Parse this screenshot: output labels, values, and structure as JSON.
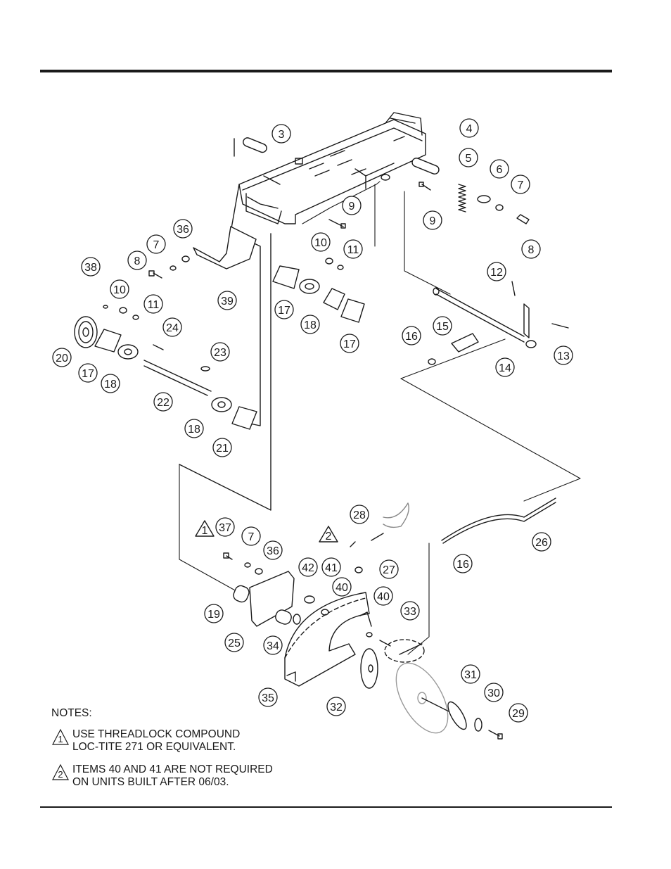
{
  "callouts": [
    {
      "id": "c3",
      "label": "3"
    },
    {
      "id": "c4",
      "label": "4"
    },
    {
      "id": "c5",
      "label": "5"
    },
    {
      "id": "c6",
      "label": "6"
    },
    {
      "id": "c7a",
      "label": "7"
    },
    {
      "id": "c9a",
      "label": "9"
    },
    {
      "id": "c9b",
      "label": "9"
    },
    {
      "id": "c8a",
      "label": "8"
    },
    {
      "id": "c36a",
      "label": "36"
    },
    {
      "id": "c7b",
      "label": "7"
    },
    {
      "id": "c8b",
      "label": "8"
    },
    {
      "id": "c39",
      "label": "39"
    },
    {
      "id": "c38",
      "label": "38"
    },
    {
      "id": "c10a",
      "label": "10"
    },
    {
      "id": "c11a",
      "label": "11"
    },
    {
      "id": "c10b",
      "label": "10"
    },
    {
      "id": "c11b",
      "label": "11"
    },
    {
      "id": "c17a",
      "label": "17"
    },
    {
      "id": "c18a",
      "label": "18"
    },
    {
      "id": "c17b",
      "label": "17"
    },
    {
      "id": "c12",
      "label": "12"
    },
    {
      "id": "c15",
      "label": "15"
    },
    {
      "id": "c16a",
      "label": "16"
    },
    {
      "id": "c14",
      "label": "14"
    },
    {
      "id": "c13",
      "label": "13"
    },
    {
      "id": "c24",
      "label": "24"
    },
    {
      "id": "c20",
      "label": "20"
    },
    {
      "id": "c17c",
      "label": "17"
    },
    {
      "id": "c18b",
      "label": "18"
    },
    {
      "id": "c23",
      "label": "23"
    },
    {
      "id": "c22",
      "label": "22"
    },
    {
      "id": "c18c",
      "label": "18"
    },
    {
      "id": "c21",
      "label": "21"
    },
    {
      "id": "c37",
      "label": "37"
    },
    {
      "id": "c7c",
      "label": "7"
    },
    {
      "id": "c36b",
      "label": "36"
    },
    {
      "id": "c28",
      "label": "28"
    },
    {
      "id": "c42",
      "label": "42"
    },
    {
      "id": "c41",
      "label": "41"
    },
    {
      "id": "c27",
      "label": "27"
    },
    {
      "id": "c26",
      "label": "26"
    },
    {
      "id": "c16b",
      "label": "16"
    },
    {
      "id": "c40a",
      "label": "40"
    },
    {
      "id": "c40b",
      "label": "40"
    },
    {
      "id": "c33",
      "label": "33"
    },
    {
      "id": "c19",
      "label": "19"
    },
    {
      "id": "c25",
      "label": "25"
    },
    {
      "id": "c34",
      "label": "34"
    },
    {
      "id": "c35",
      "label": "35"
    },
    {
      "id": "c32",
      "label": "32"
    },
    {
      "id": "c31",
      "label": "31"
    },
    {
      "id": "c30",
      "label": "30"
    },
    {
      "id": "c29",
      "label": "29"
    }
  ],
  "flags": [
    {
      "id": "f1",
      "label": "1"
    },
    {
      "id": "f2",
      "label": "2"
    }
  ],
  "notes": {
    "heading": "NOTES:",
    "items": [
      {
        "flag": "1",
        "lines": [
          "USE THREADLOCK COMPOUND",
          "LOC-TITE 271 OR EQUIVALENT."
        ]
      },
      {
        "flag": "2",
        "lines": [
          "ITEMS 40 AND 41 ARE NOT REQUIRED",
          "ON UNITS BUILT AFTER 06/03."
        ]
      }
    ]
  }
}
